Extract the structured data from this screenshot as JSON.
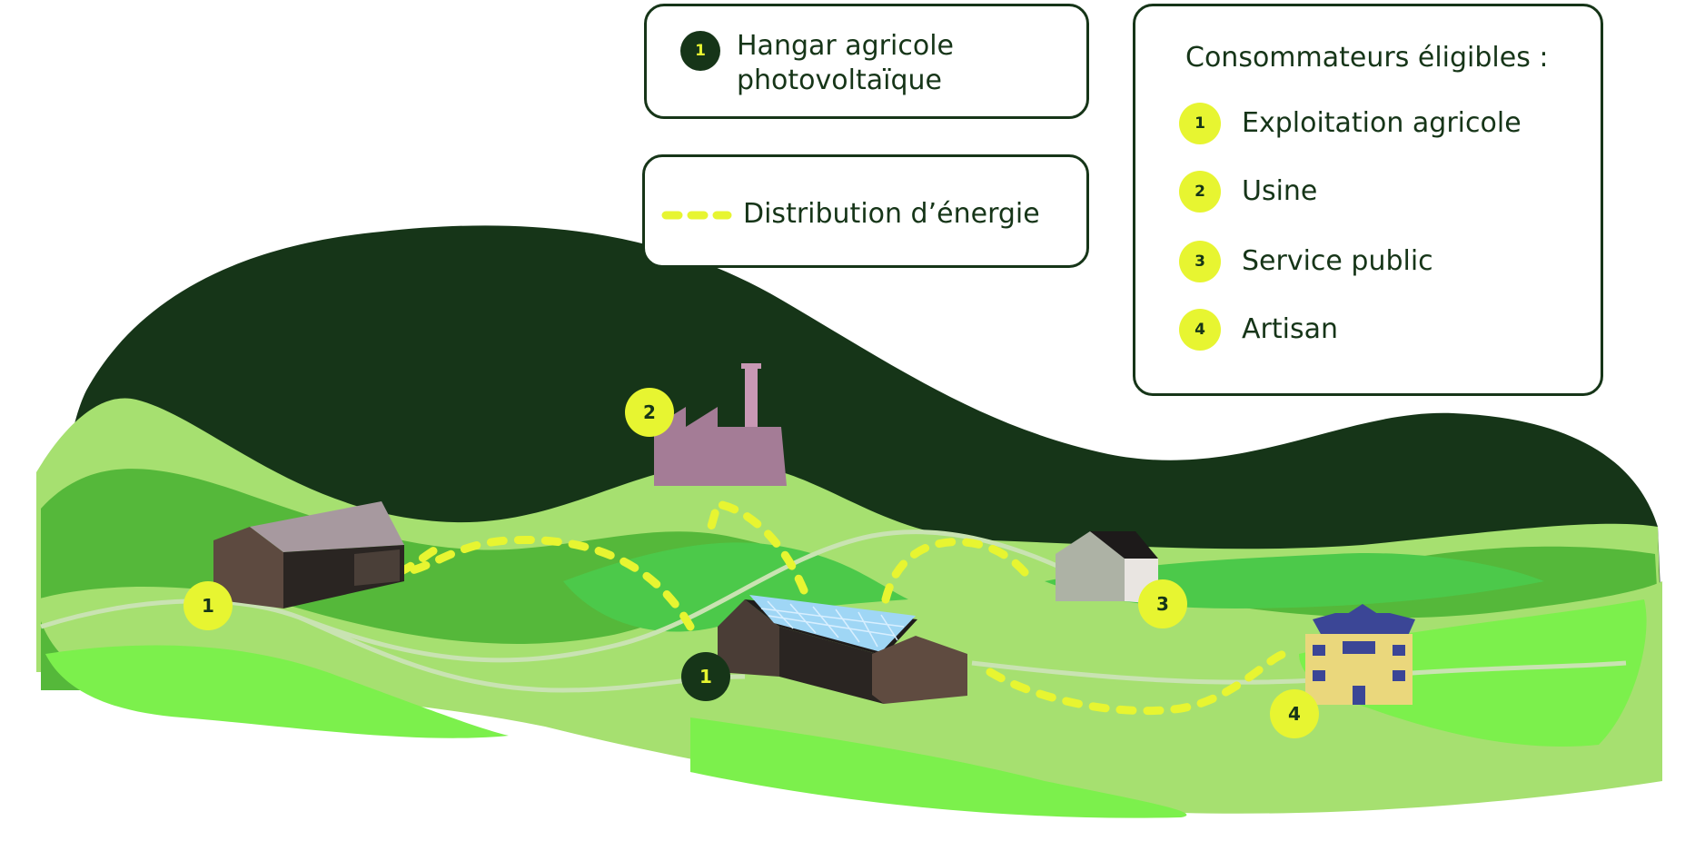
{
  "legend": {
    "hangar": {
      "number": "1",
      "label_line1": "Hangar agricole",
      "label_line2": "photovoltaïque"
    },
    "distribution": {
      "label": "Distribution d’énergie"
    },
    "consumers": {
      "title": "Consommateurs éligibles :",
      "items": [
        {
          "number": "1",
          "label": "Exploitation agricole"
        },
        {
          "number": "2",
          "label": "Usine"
        },
        {
          "number": "3",
          "label": "Service public"
        },
        {
          "number": "4",
          "label": "Artisan"
        }
      ]
    }
  },
  "map_markers": {
    "farm": "1",
    "factory": "2",
    "public_service": "3",
    "artisan": "4",
    "solar_hangar": "1"
  },
  "colors": {
    "dark_green": "#163518",
    "lime": "#e7f531",
    "hill_light": "#a6e070",
    "hill_mid": "#55b83a",
    "hill_bright": "#7cf04c",
    "factory": "#a47c96",
    "solar_panel": "#9fd6f5"
  }
}
